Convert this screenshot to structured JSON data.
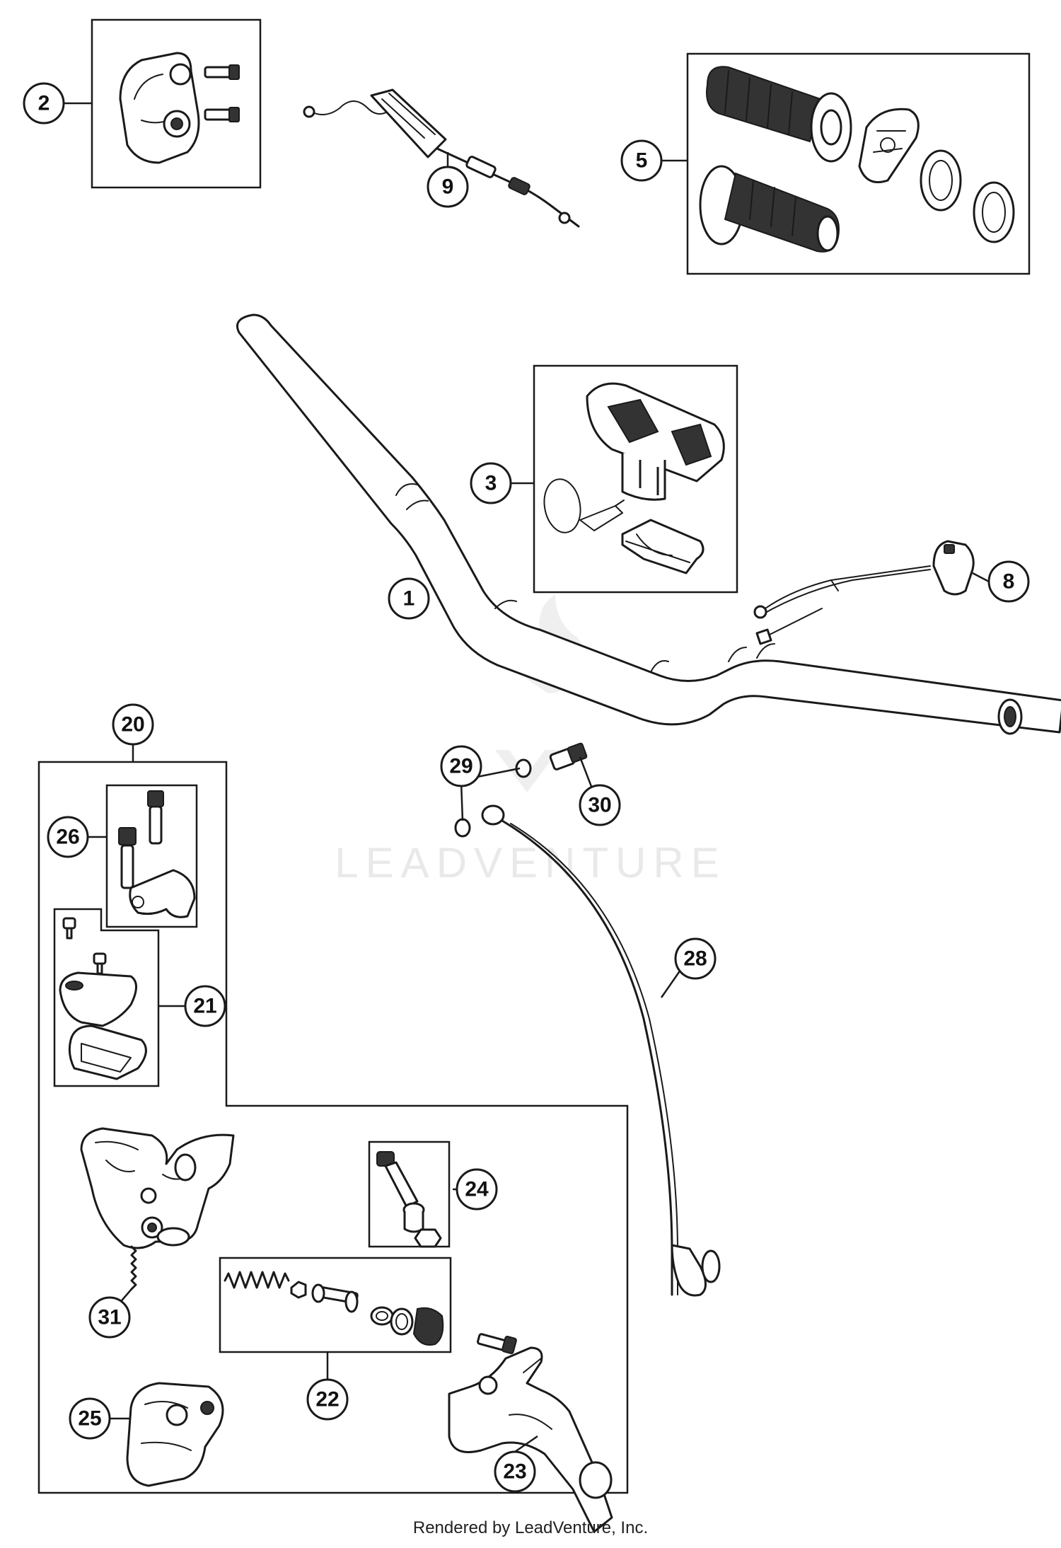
{
  "diagram": {
    "watermark": "LEADVENTURE",
    "footer": "Rendered by LeadVenture, Inc.",
    "callouts": [
      {
        "id": "c1",
        "label": "1"
      },
      {
        "id": "c2",
        "label": "2"
      },
      {
        "id": "c3",
        "label": "3"
      },
      {
        "id": "c5",
        "label": "5"
      },
      {
        "id": "c8",
        "label": "8"
      },
      {
        "id": "c9",
        "label": "9"
      },
      {
        "id": "c20",
        "label": "20"
      },
      {
        "id": "c21",
        "label": "21"
      },
      {
        "id": "c22",
        "label": "22"
      },
      {
        "id": "c23",
        "label": "23"
      },
      {
        "id": "c24",
        "label": "24"
      },
      {
        "id": "c25",
        "label": "25"
      },
      {
        "id": "c26",
        "label": "26"
      },
      {
        "id": "c28",
        "label": "28"
      },
      {
        "id": "c29",
        "label": "29"
      },
      {
        "id": "c30",
        "label": "30"
      },
      {
        "id": "c31",
        "label": "31"
      }
    ]
  }
}
